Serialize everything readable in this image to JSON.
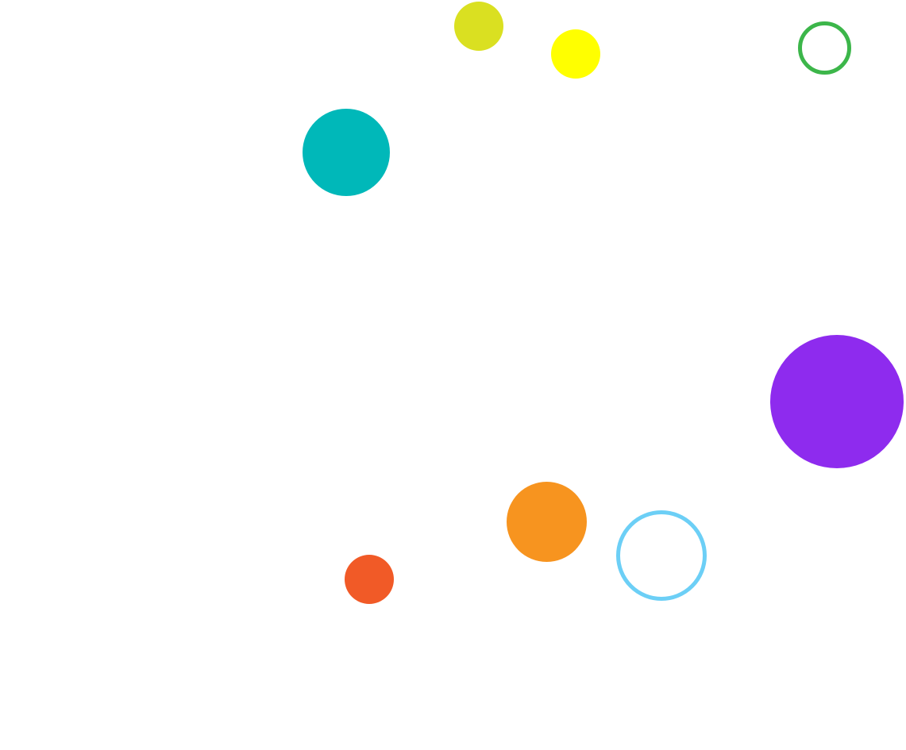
{
  "circles": [
    {
      "id": "c1",
      "style": "filled",
      "color": "#DAE021"
    },
    {
      "id": "c2",
      "style": "filled",
      "color": "#FFFF00"
    },
    {
      "id": "c3",
      "style": "ring",
      "color": "#3CB64A"
    },
    {
      "id": "c4",
      "style": "filled",
      "color": "#00B8B9"
    },
    {
      "id": "c5",
      "style": "filled",
      "color": "#8E2BEE"
    },
    {
      "id": "c6",
      "style": "filled",
      "color": "#F7941F"
    },
    {
      "id": "c7",
      "style": "ring",
      "color": "#6CCFF6"
    },
    {
      "id": "c8",
      "style": "filled",
      "color": "#F15A27"
    }
  ]
}
